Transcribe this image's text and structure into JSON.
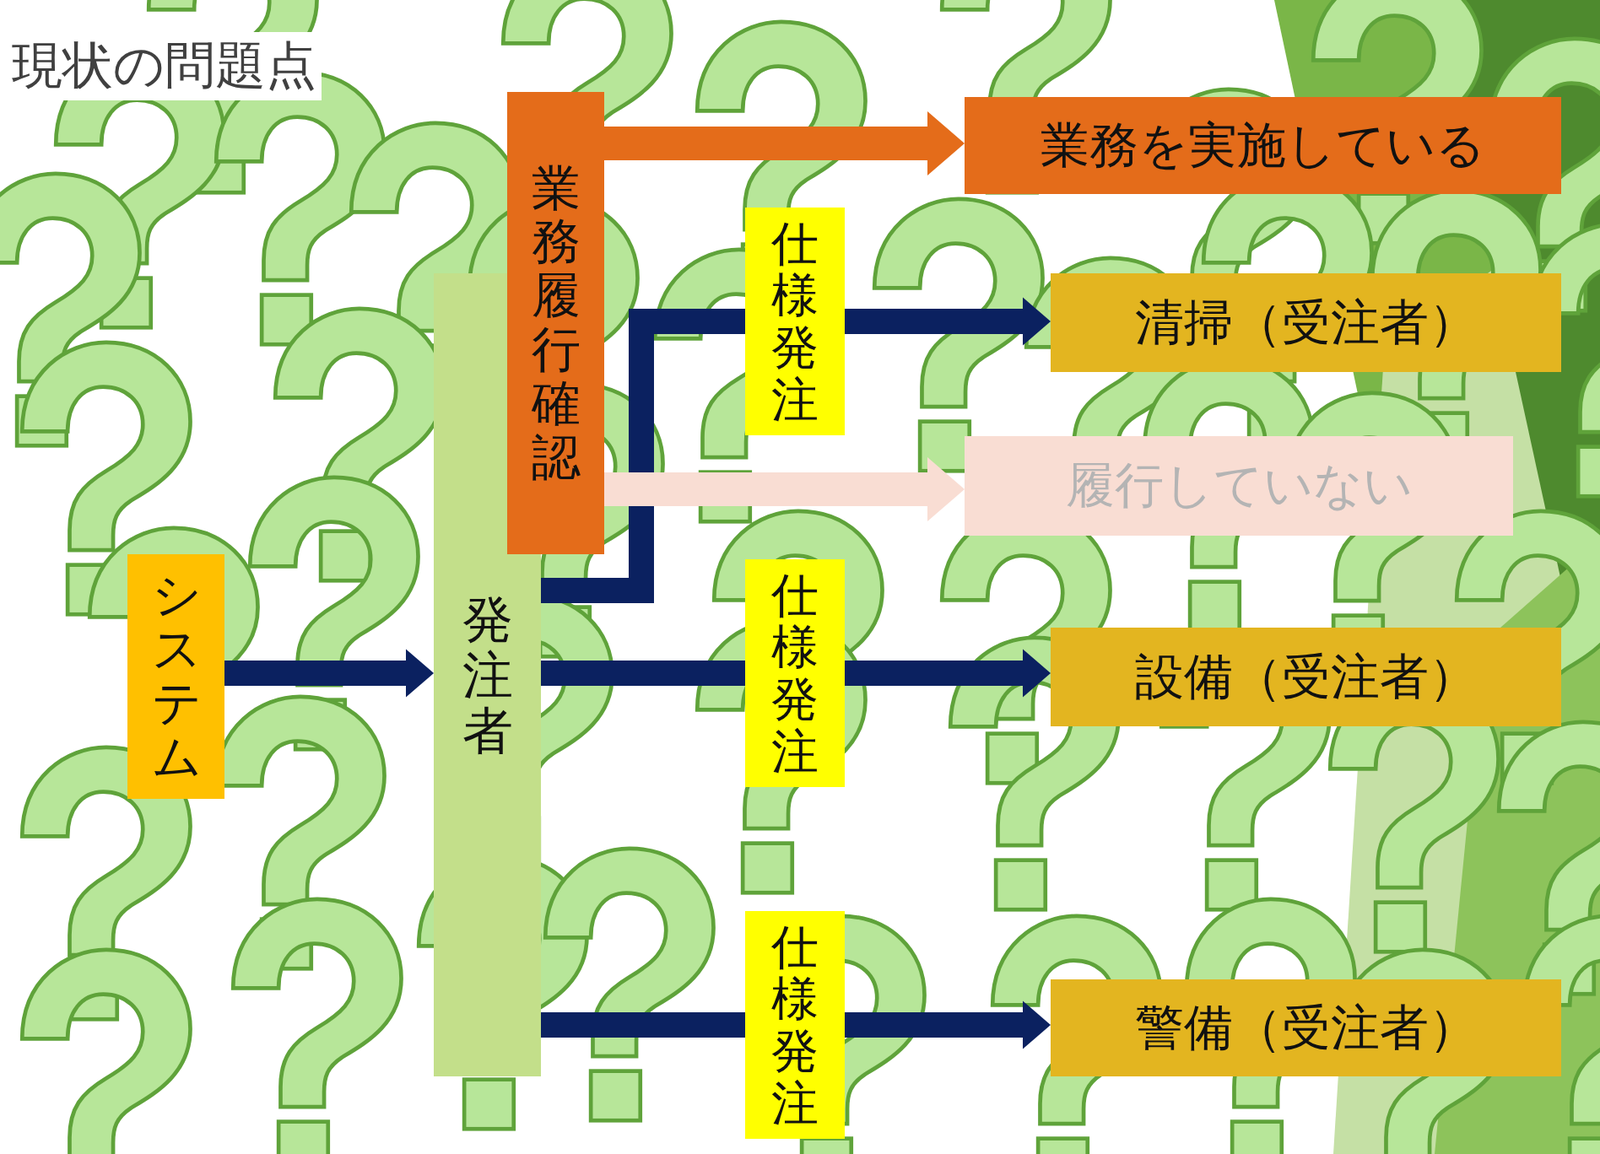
{
  "diagram": {
    "title": "現状の問題点",
    "nodes": [
      {
        "text": [
          "システム"
        ]
      },
      {
        "text": [
          "発注者"
        ]
      },
      {
        "text": [
          "業務履行確認"
        ]
      },
      {
        "text": [
          "業務を実施している"
        ]
      },
      {
        "text": [
          "清掃（受注者）"
        ]
      },
      {
        "text": [
          "履行していない"
        ]
      },
      {
        "text": [
          "設備（受注者）"
        ]
      },
      {
        "text": [
          "警備（受注者）"
        ]
      }
    ],
    "edges": [
      {
        "from": 0,
        "to": 1,
        "arrow": "to"
      },
      {
        "from": 2,
        "to": 3,
        "arrow": "to"
      },
      {
        "from": 1,
        "to": 4,
        "label": "仕様発注",
        "arrow": "to"
      },
      {
        "from": 2,
        "to": 5,
        "arrow": "to"
      },
      {
        "from": 1,
        "to": 6,
        "label": "仕様発注",
        "arrow": "to"
      },
      {
        "from": 1,
        "to": 7,
        "label": "仕様発注",
        "arrow": "to"
      }
    ]
  }
}
